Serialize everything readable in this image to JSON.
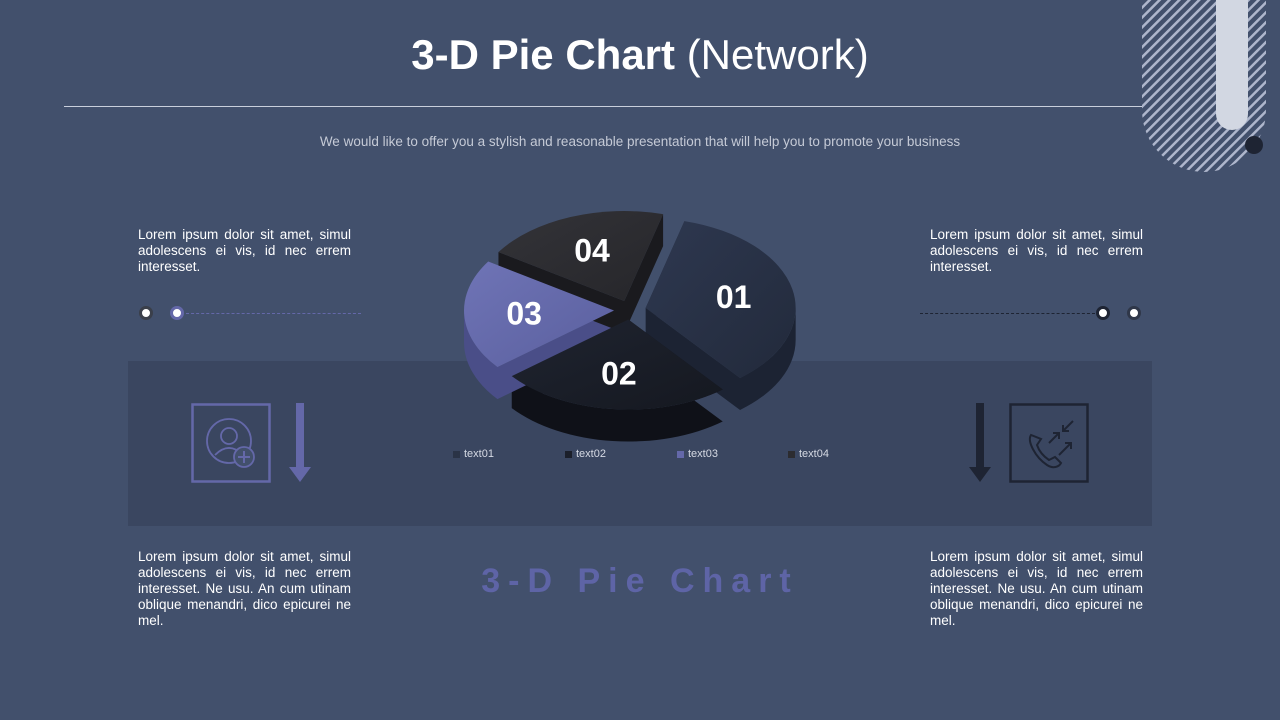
{
  "header": {
    "title_bold": "3-D Pie Chart",
    "title_light": "(Network)",
    "subtitle": "We would like to offer you a stylish and reasonable presentation that will help you to promote your business"
  },
  "blocks": {
    "top_left": "Lorem ipsum dolor sit amet, simul adolescens ei vis, id nec errem interesset.",
    "top_right": "Lorem ipsum dolor sit amet, simul adolescens ei vis, id nec errem interesset.",
    "bottom_left": "Lorem ipsum dolor sit amet, simul adolescens ei vis, id nec errem interesset. Ne usu. An cum utinam oblique menandri, dico epicurei ne mel.",
    "bottom_right": "Lorem ipsum dolor sit amet, simul adolescens ei vis, id nec errem interesset. Ne usu. An cum utinam oblique menandri, dico epicurei ne mel."
  },
  "footer_word": "3-D Pie Chart",
  "icons": {
    "left": "add-user-icon",
    "right": "phone-call-icon"
  },
  "colors": {
    "background": "#42506c",
    "accent": "#6468a9",
    "slice01": "#2a3346",
    "slice02": "#1b1f2a",
    "slice03": "#6468a9",
    "slice04": "#2c2c30"
  },
  "chart_data": {
    "type": "pie",
    "style": "3d-exploded",
    "categories": [
      "text01",
      "text02",
      "text03",
      "text04"
    ],
    "slice_labels": [
      "01",
      "02",
      "03",
      "04"
    ],
    "values": [
      35,
      25,
      20,
      20
    ],
    "legend_position": "bottom"
  }
}
